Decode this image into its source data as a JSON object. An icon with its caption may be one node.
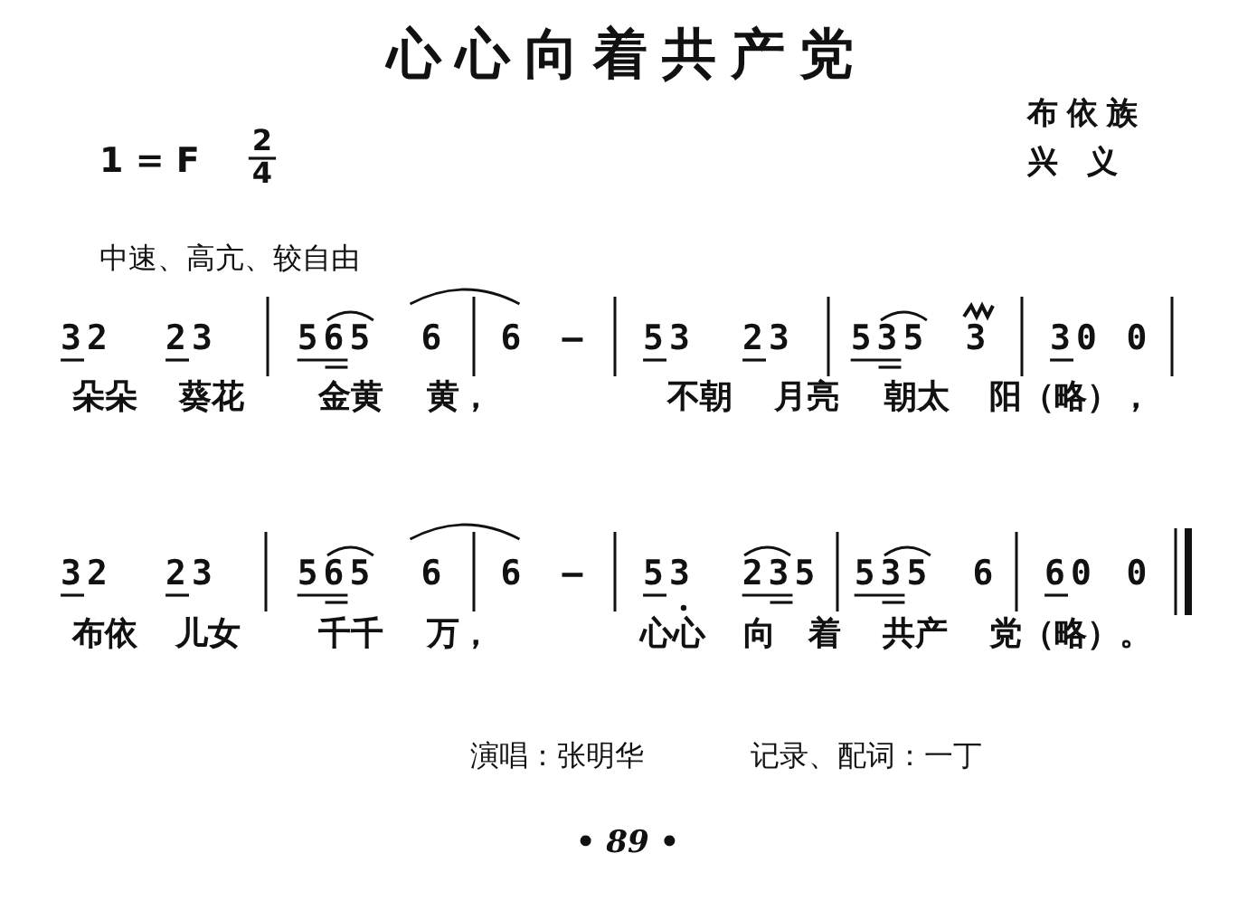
{
  "diagram": {
    "title": "心心向着共产党",
    "labels": [
      "1 = F",
      "2",
      "4",
      "布依族",
      "兴 义",
      "中速、高亢、较自由",
      "32",
      "23",
      "565",
      "6",
      "6",
      "—",
      "53",
      "23",
      "535",
      "3",
      "30",
      "0",
      "朵朵",
      "葵花",
      "金黄",
      "黄，",
      "不朝",
      "月亮",
      "朝太",
      "阳（略），",
      "32",
      "23",
      "565",
      "6",
      "6",
      "—",
      "53",
      "235",
      "535",
      "6",
      "60",
      "0",
      "布依",
      "儿女",
      "千千",
      "万，",
      "心心",
      "向",
      "着",
      "共产",
      "党（略）。",
      "演唱：张明华",
      "记录、配词：一丁",
      "• 89 •"
    ]
  }
}
